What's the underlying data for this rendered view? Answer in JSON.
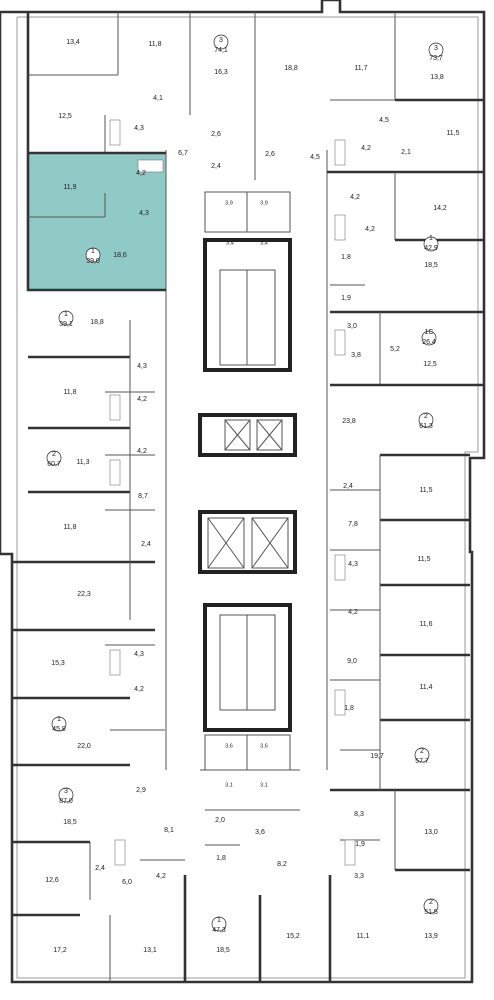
{
  "plan": {
    "highlight_color": "#8fcac6",
    "wall_color": "#333333",
    "background": "#ffffff",
    "apartments": [
      {
        "id": "a1",
        "label": "3",
        "area": "74,1"
      },
      {
        "id": "a2",
        "label": "3",
        "area": "73,7"
      },
      {
        "id": "a3",
        "label": "1",
        "area": "39,0",
        "highlighted": true
      },
      {
        "id": "a4",
        "label": "1",
        "area": "42,9"
      },
      {
        "id": "a5",
        "label": "1",
        "area": "39,1"
      },
      {
        "id": "a6",
        "label": "1C",
        "area": "26,4"
      },
      {
        "id": "a7",
        "label": "2",
        "area": "61,3"
      },
      {
        "id": "a8",
        "label": "2",
        "area": "60,7"
      },
      {
        "id": "a9",
        "label": "1",
        "area": "45,8"
      },
      {
        "id": "a10",
        "label": "2",
        "area": "57,7"
      },
      {
        "id": "a11",
        "label": "3",
        "area": "87,0"
      },
      {
        "id": "a12",
        "label": "2",
        "area": "51,5"
      },
      {
        "id": "a13",
        "label": "1",
        "area": "47,3"
      }
    ],
    "room_areas": [
      {
        "id": "r1",
        "text": "13,4"
      },
      {
        "id": "r2",
        "text": "11,8"
      },
      {
        "id": "r3",
        "text": "16,3"
      },
      {
        "id": "r4",
        "text": "18,8"
      },
      {
        "id": "r5",
        "text": "11,7"
      },
      {
        "id": "r6",
        "text": "13,8"
      },
      {
        "id": "r7",
        "text": "4,1"
      },
      {
        "id": "r8",
        "text": "12,5"
      },
      {
        "id": "r9",
        "text": "4,3"
      },
      {
        "id": "r10",
        "text": "2,6"
      },
      {
        "id": "r11",
        "text": "6,7"
      },
      {
        "id": "r12",
        "text": "2,6"
      },
      {
        "id": "r13",
        "text": "4,5"
      },
      {
        "id": "r14",
        "text": "4,5"
      },
      {
        "id": "r15",
        "text": "11,5"
      },
      {
        "id": "r16",
        "text": "4,2"
      },
      {
        "id": "r17",
        "text": "2,1"
      },
      {
        "id": "r18",
        "text": "2,4"
      },
      {
        "id": "r19",
        "text": "11,9"
      },
      {
        "id": "r20",
        "text": "4,2"
      },
      {
        "id": "r21",
        "text": "4,2"
      },
      {
        "id": "r22",
        "text": "14,2"
      },
      {
        "id": "r23",
        "text": "3,9"
      },
      {
        "id": "r24",
        "text": "3,9"
      },
      {
        "id": "r25",
        "text": "4,3"
      },
      {
        "id": "r26",
        "text": "4,2"
      },
      {
        "id": "r27",
        "text": "18,6"
      },
      {
        "id": "r28",
        "text": "3,4"
      },
      {
        "id": "r29",
        "text": "3,4"
      },
      {
        "id": "r30",
        "text": "1,8"
      },
      {
        "id": "r31",
        "text": "18,5"
      },
      {
        "id": "r32",
        "text": "1,9"
      },
      {
        "id": "r33",
        "text": "18,8"
      },
      {
        "id": "r34",
        "text": "3,0"
      },
      {
        "id": "r35",
        "text": "5,2"
      },
      {
        "id": "r36",
        "text": "12,5"
      },
      {
        "id": "r37",
        "text": "3,8"
      },
      {
        "id": "r38",
        "text": "4,3"
      },
      {
        "id": "r39",
        "text": "11,8"
      },
      {
        "id": "r40",
        "text": "4,2"
      },
      {
        "id": "r41",
        "text": "23,8"
      },
      {
        "id": "r42",
        "text": "11,3"
      },
      {
        "id": "r43",
        "text": "4,2"
      },
      {
        "id": "r44",
        "text": "2,4"
      },
      {
        "id": "r45",
        "text": "11,5"
      },
      {
        "id": "r46",
        "text": "8,7"
      },
      {
        "id": "r47",
        "text": "7,8"
      },
      {
        "id": "r48",
        "text": "11,8"
      },
      {
        "id": "r49",
        "text": "2,4"
      },
      {
        "id": "r50",
        "text": "11,5"
      },
      {
        "id": "r51",
        "text": "4,3"
      },
      {
        "id": "r52",
        "text": "22,3"
      },
      {
        "id": "r53",
        "text": "4,2"
      },
      {
        "id": "r54",
        "text": "11,6"
      },
      {
        "id": "r55",
        "text": "4,3"
      },
      {
        "id": "r56",
        "text": "15,3"
      },
      {
        "id": "r57",
        "text": "9,0"
      },
      {
        "id": "r58",
        "text": "11,4"
      },
      {
        "id": "r59",
        "text": "4,2"
      },
      {
        "id": "r60",
        "text": "1,8"
      },
      {
        "id": "r61",
        "text": "22,0"
      },
      {
        "id": "r62",
        "text": "3,6"
      },
      {
        "id": "r63",
        "text": "3,6"
      },
      {
        "id": "r64",
        "text": "19,7"
      },
      {
        "id": "r65",
        "text": "3,1"
      },
      {
        "id": "r66",
        "text": "3,1"
      },
      {
        "id": "r67",
        "text": "2,9"
      },
      {
        "id": "r68",
        "text": "8,3"
      },
      {
        "id": "r69",
        "text": "18,5"
      },
      {
        "id": "r70",
        "text": "8,1"
      },
      {
        "id": "r71",
        "text": "2,0"
      },
      {
        "id": "r72",
        "text": "3,6"
      },
      {
        "id": "r73",
        "text": "13,0"
      },
      {
        "id": "r74",
        "text": "1,9"
      },
      {
        "id": "r75",
        "text": "1,8"
      },
      {
        "id": "r76",
        "text": "8,2"
      },
      {
        "id": "r77",
        "text": "2,4"
      },
      {
        "id": "r78",
        "text": "12,6"
      },
      {
        "id": "r79",
        "text": "6,0"
      },
      {
        "id": "r80",
        "text": "4,2"
      },
      {
        "id": "r81",
        "text": "3,3"
      },
      {
        "id": "r82",
        "text": "17,2"
      },
      {
        "id": "r83",
        "text": "13,1"
      },
      {
        "id": "r84",
        "text": "18,5"
      },
      {
        "id": "r85",
        "text": "15,2"
      },
      {
        "id": "r86",
        "text": "11,1"
      },
      {
        "id": "r87",
        "text": "13,9"
      }
    ]
  }
}
